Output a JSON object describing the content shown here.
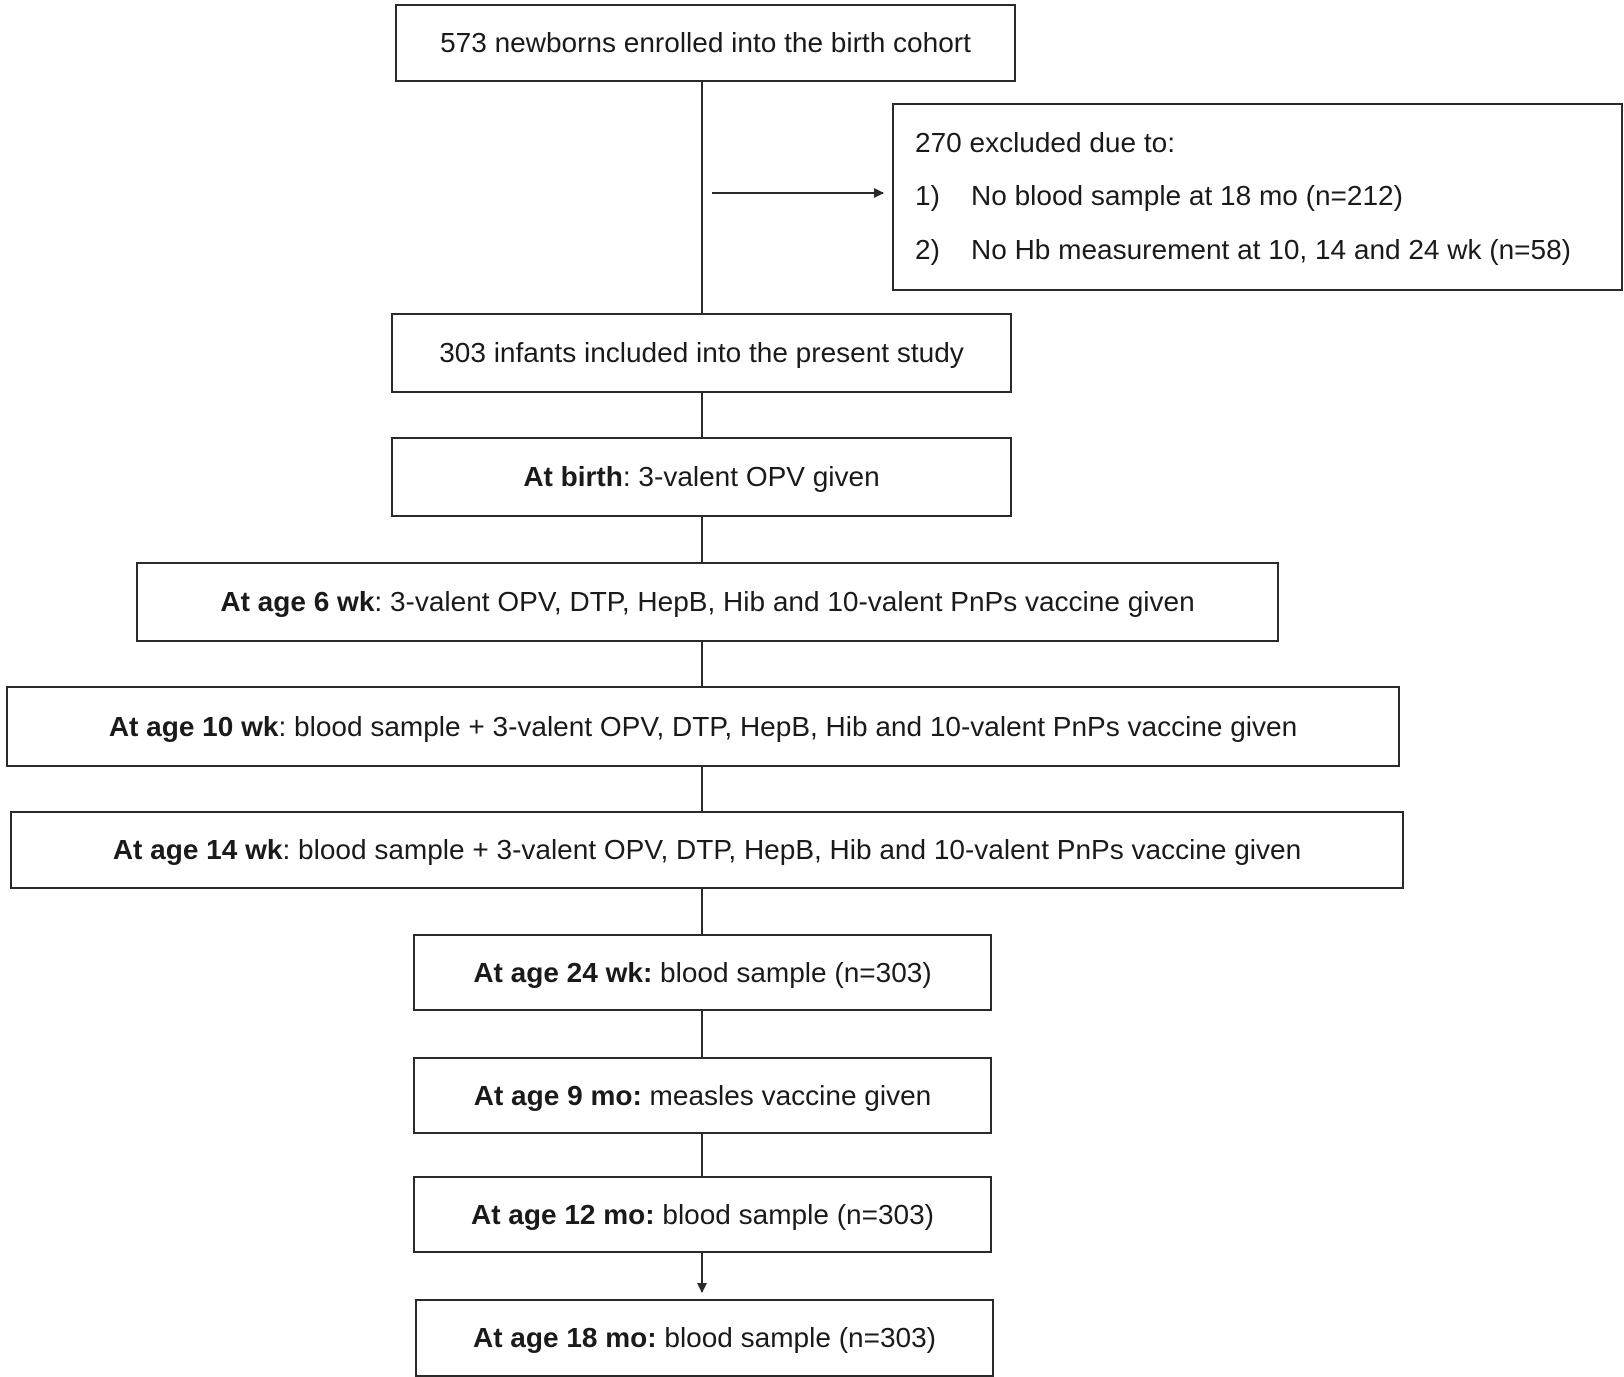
{
  "flowchart": {
    "enrolled": {
      "text": "573 newborns enrolled into the birth cohort"
    },
    "exclusion": {
      "title": "270 excluded due to:",
      "items": [
        {
          "number": "1)",
          "text": "No blood sample at 18 mo (n=212)"
        },
        {
          "number": "2)",
          "text": "No Hb measurement at 10, 14 and 24 wk (n=58)"
        }
      ]
    },
    "included": {
      "text": "303 infants included into the present study"
    },
    "steps": [
      {
        "label": "At birth",
        "separator": ":",
        "text": " 3-valent OPV given"
      },
      {
        "label": "At age 6 wk",
        "separator": ":",
        "text": " 3-valent OPV, DTP, HepB, Hib and 10-valent PnPs vaccine given"
      },
      {
        "label": "At age 10 wk",
        "separator": ":",
        "text": " blood sample + 3-valent OPV, DTP, HepB, Hib and 10-valent PnPs vaccine given"
      },
      {
        "label": "At age 14 wk",
        "separator": ":",
        "text": " blood sample + 3-valent OPV, DTP, HepB, Hib and 10-valent PnPs vaccine given"
      },
      {
        "label": "At age 24 wk:",
        "separator": "",
        "text": " blood sample (n=303)"
      },
      {
        "label": "At age 9 mo:",
        "separator": "",
        "text": " measles vaccine given"
      },
      {
        "label": "At age 12 mo:",
        "separator": "",
        "text": " blood sample (n=303)"
      },
      {
        "label": "At age 18 mo:",
        "separator": "",
        "text": " blood sample (n=303)"
      }
    ]
  },
  "colors": {
    "stroke": "#2a2a2a",
    "text": "#1a1a1a",
    "background": "#ffffff"
  }
}
